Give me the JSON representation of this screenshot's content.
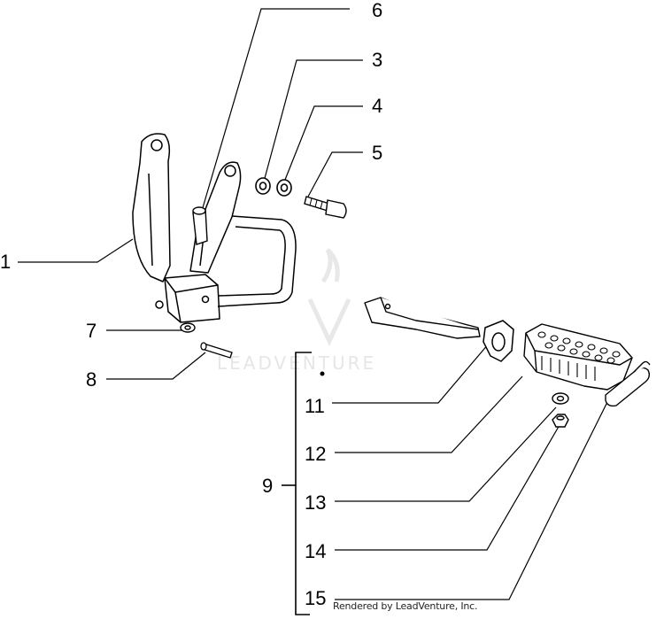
{
  "diagram": {
    "callouts": [
      "1",
      "3",
      "4",
      "5",
      "6",
      "7",
      "8",
      "9",
      "11",
      "12",
      "13",
      "14",
      "15"
    ],
    "credit": "Rendered by LeadVenture, Inc.",
    "watermark": "LEADVENTURE",
    "colors": {
      "ink": "#000000",
      "watermark": "#e6e6e6"
    }
  }
}
